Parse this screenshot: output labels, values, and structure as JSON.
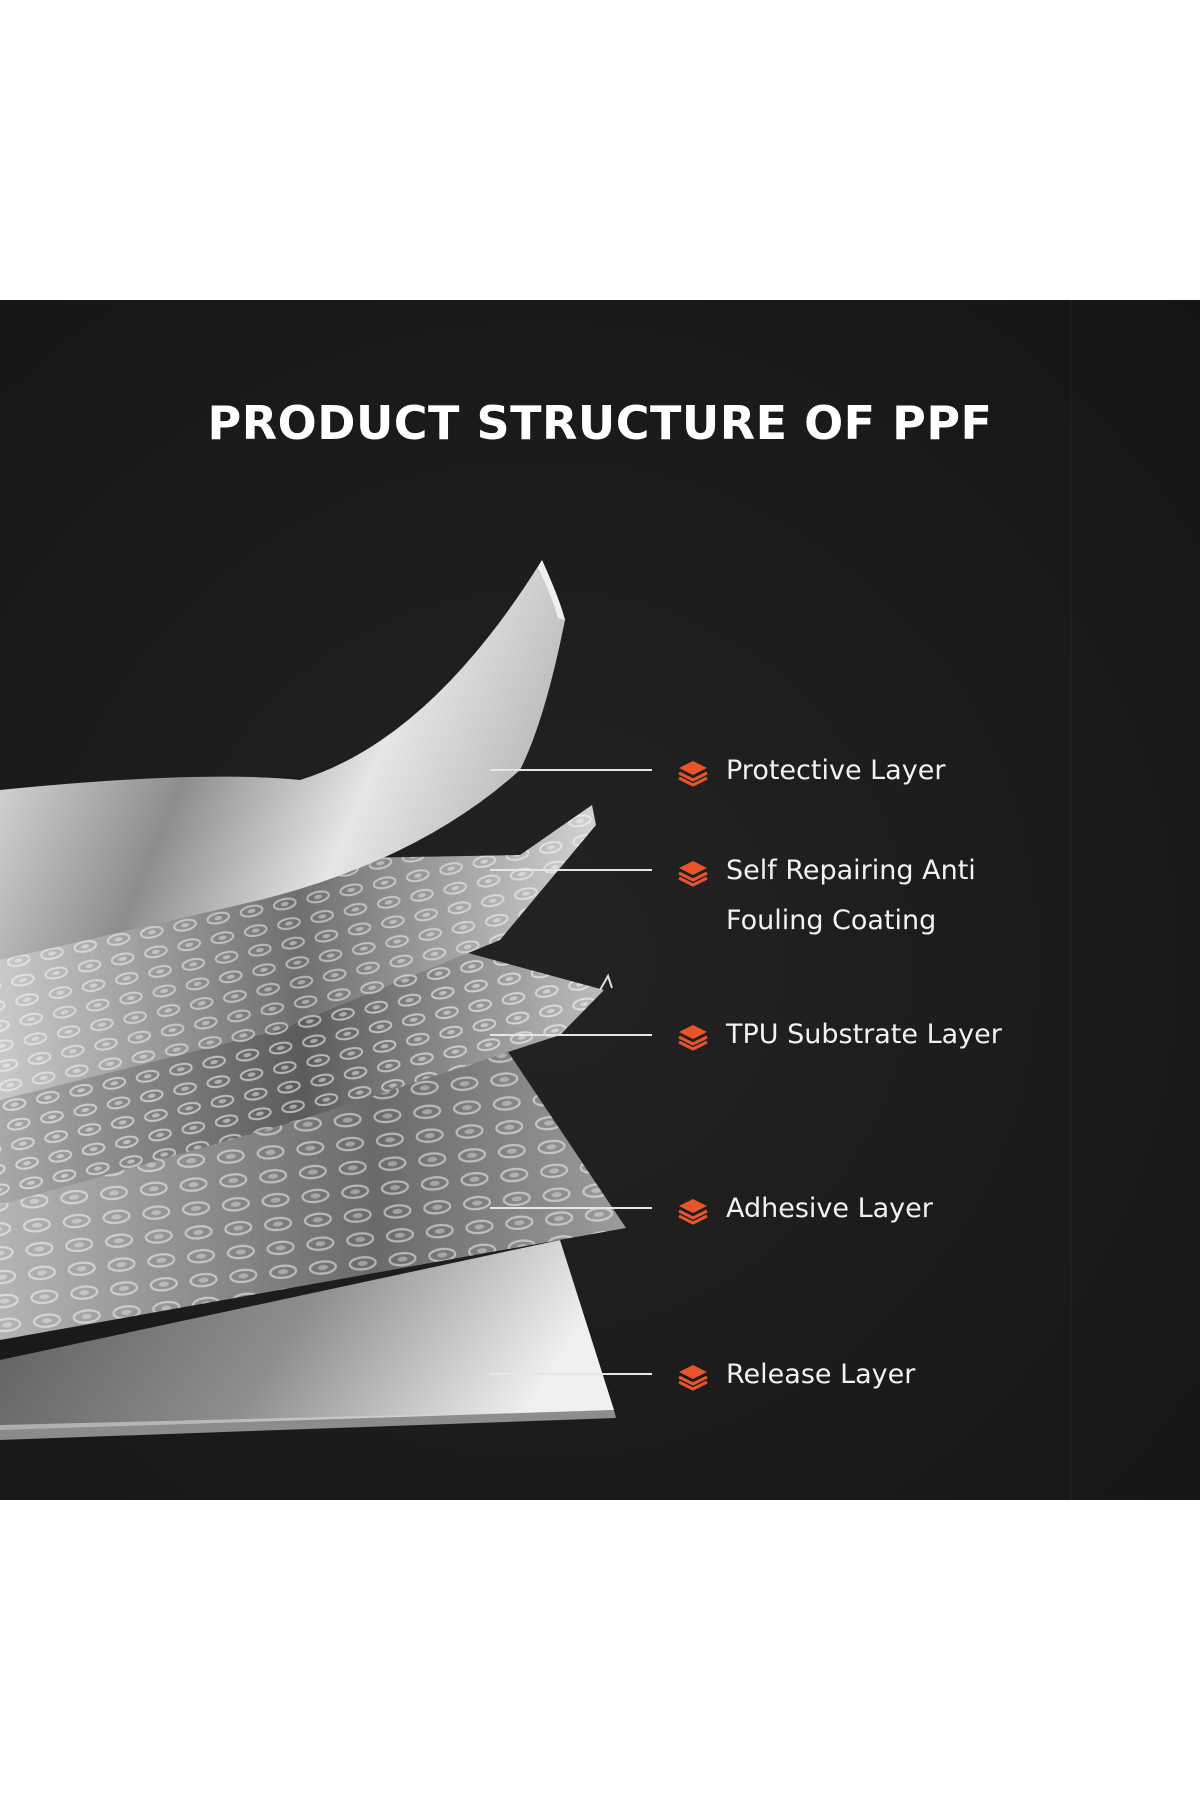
{
  "title": "PRODUCT STRUCTURE OF PPF",
  "accent_color": "#e8552b",
  "background_color": "#1b1b1b",
  "icon": "stacked-layers-icon",
  "layers": [
    {
      "label": "Protective Layer"
    },
    {
      "label": "Self Repairing Anti\nFouling Coating"
    },
    {
      "label": "TPU Substrate Layer"
    },
    {
      "label": "Adhesive Layer"
    },
    {
      "label": "Release Layer"
    }
  ]
}
